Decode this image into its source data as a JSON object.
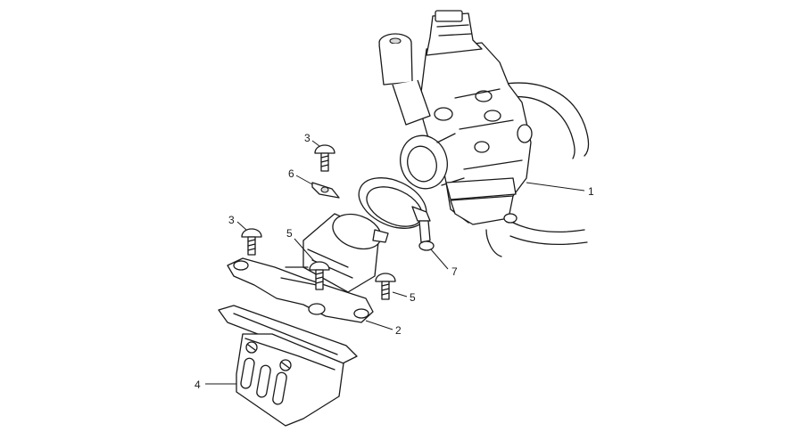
{
  "callouts": [
    {
      "id": "c1",
      "text": "1"
    },
    {
      "id": "c2",
      "text": "2"
    },
    {
      "id": "c3a",
      "text": "3"
    },
    {
      "id": "c3b",
      "text": "3"
    },
    {
      "id": "c4",
      "text": "4"
    },
    {
      "id": "c5a",
      "text": "5"
    },
    {
      "id": "c5b",
      "text": "5"
    },
    {
      "id": "c6",
      "text": "6"
    },
    {
      "id": "c7",
      "text": "7"
    }
  ],
  "colors": {
    "line": "#1a1a1a",
    "background": "#ffffff",
    "shade": "#d9d9d9"
  }
}
